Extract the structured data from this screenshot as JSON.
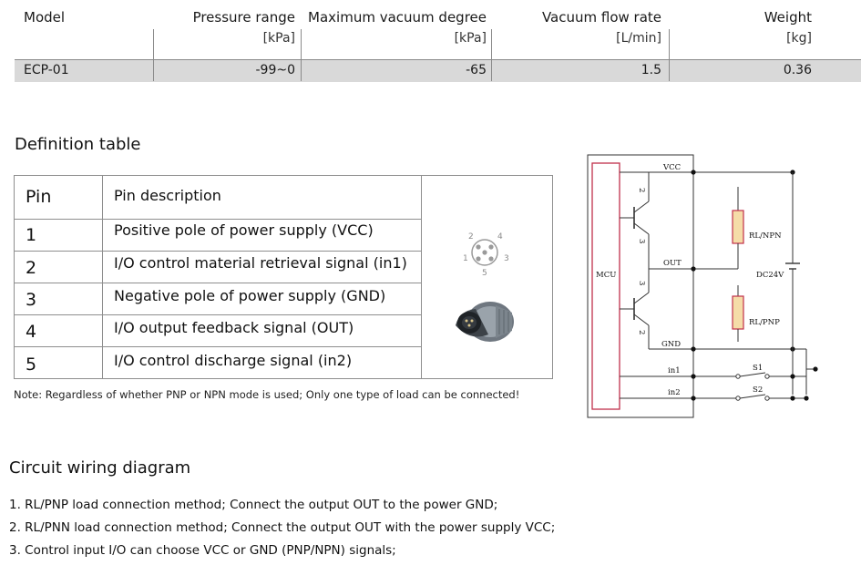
{
  "spec_table": {
    "headers": [
      "Model",
      "Pressure range",
      "Maximum vacuum degree",
      "Vacuum flow rate",
      "Weight"
    ],
    "units": [
      "",
      "[kPa]",
      "[kPa]",
      "[L/min]",
      "[kg]"
    ],
    "row": [
      "ECP-01",
      "-99~0",
      "-65",
      "1.5",
      "0.36"
    ]
  },
  "definition": {
    "title": "Definition table",
    "headers": [
      "Pin",
      "Pin description"
    ],
    "rows": [
      {
        "pin": "1",
        "desc": "Positive pole of power supply (VCC)"
      },
      {
        "pin": "2",
        "desc": "I/O control material retrieval signal (in1)"
      },
      {
        "pin": "3",
        "desc": "Negative pole of power supply (GND)"
      },
      {
        "pin": "4",
        "desc": "I/O output feedback signal (OUT)"
      },
      {
        "pin": "5",
        "desc": "I/O control discharge signal (in2)"
      }
    ],
    "connector_pins": [
      "1",
      "2",
      "3",
      "4",
      "5"
    ]
  },
  "note": "Note: Regardless of whether PNP or NPN mode is used; Only one type of load can be connected!",
  "circuit": {
    "labels": {
      "vcc": "VCC",
      "out": "OUT",
      "gnd": "GND",
      "mcu": "MCU",
      "in1": "in1",
      "in2": "in2",
      "rl_npn": "RL/NPN",
      "rl_pnp": "RL/PNP",
      "dc24v": "DC24V",
      "s1": "S1",
      "s2": "S2",
      "t1_top": "2",
      "t1_bottom": "3",
      "t2_top": "3",
      "t2_bottom": "2"
    },
    "accent": "#c0304a",
    "resistor_fill": "#f5dca8"
  },
  "wiring": {
    "title": "Circuit wiring diagram",
    "items": [
      "1. RL/PNP load connection method; Connect the output OUT to the power GND;",
      "2. RL/PNN load connection method; Connect the output OUT with the power supply VCC;",
      "3. Control input I/O can choose VCC or GND (PNP/NPN) signals;"
    ]
  }
}
